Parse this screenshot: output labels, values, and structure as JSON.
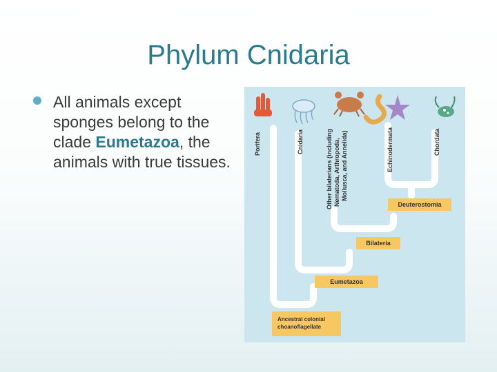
{
  "slide": {
    "title": "Phylum Cnidaria",
    "bullet": {
      "text_before": "All animals except sponges belong to the clade ",
      "highlight": "Eumetazoa",
      "text_after": ", the animals with true tissues."
    }
  },
  "figure": {
    "taxa": {
      "porifera": "Porifera",
      "cnidaria": "Cnidaria",
      "other_bilaterians": [
        "Other bilaterians (including",
        "Nematoda, Arthropoda,",
        "Mollusca, and Annelida)"
      ],
      "echinodermata": "Echinodermata",
      "chordata": "Chordata"
    },
    "nodes": {
      "deuterostomia": "Deuterostomia",
      "bilateria": "Bilateria",
      "eumetazoa": "Eumetazoa",
      "ancestral_line1": "Ancestral colonial",
      "ancestral_line2": "choanoflagellate"
    },
    "icons": [
      "sponge-icon",
      "jellyfish-icon",
      "crab-icon",
      "worm-icon",
      "starfish-icon",
      "sea-squirt-icon"
    ],
    "colors": {
      "background": "#cbe6ee",
      "node": "#f7c862",
      "branch": "#ffffff"
    }
  }
}
